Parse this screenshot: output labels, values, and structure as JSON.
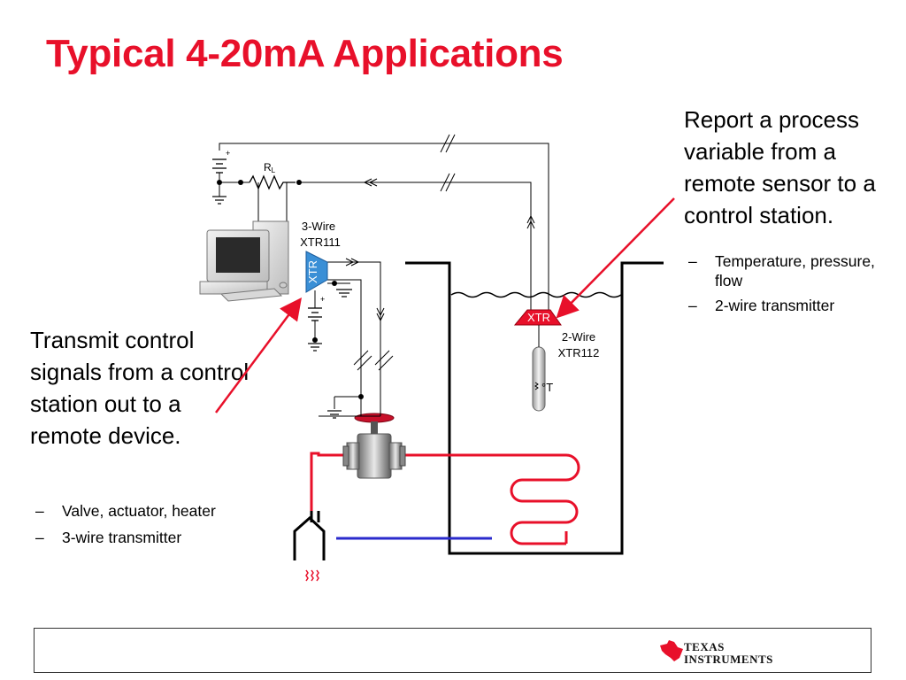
{
  "slide": {
    "title": "Typical 4-20mA Applications"
  },
  "right_callout": {
    "heading": "Report a process variable from a remote sensor to a control station.",
    "bullets": [
      "Temperature, pressure, flow",
      "2-wire transmitter"
    ]
  },
  "left_callout": {
    "heading": "Transmit control signals from a control station out to a remote device.",
    "bullets": [
      "Valve, actuator, heater",
      "3-wire transmitter"
    ]
  },
  "diagram": {
    "resistor_label": "R",
    "resistor_subscript": "L",
    "three_wire_line1": "3-Wire",
    "three_wire_line2": "XTR111",
    "xtr_vertical": "XTR",
    "xtr_tank": "XTR",
    "two_wire_line1": "2-Wire",
    "two_wire_line2": "XTR112",
    "temp_symbol": "°T",
    "plus": "+",
    "colors": {
      "accent": "#e8102a",
      "xtr_blue": "#3a8fd6",
      "pipe_red": "#e8102a",
      "pipe_blue": "#2a2acc"
    }
  },
  "footer": {
    "logo_word1": "TEXAS",
    "logo_word2": "INSTRUMENTS"
  }
}
